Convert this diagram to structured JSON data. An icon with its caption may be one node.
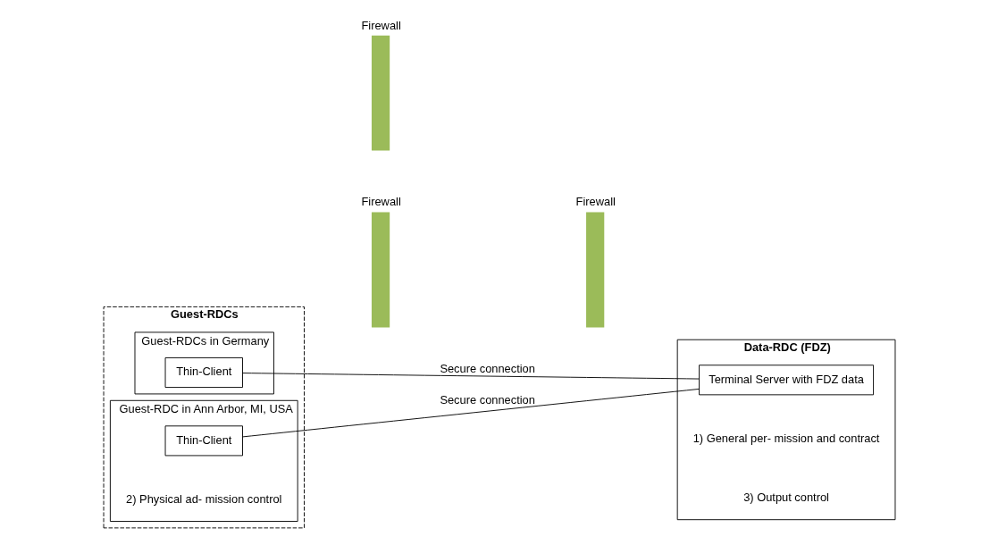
{
  "diagram": {
    "nodes": [
      {
        "text": [
          "Guest-RDCs"
        ]
      },
      {
        "text": [
          "Guest-RDCs in Germany"
        ],
        "in": 0
      },
      {
        "text": [
          "Thin-Client"
        ],
        "in": 1
      },
      {
        "text": [
          "Guest-RDC in Ann Arbor, MI, USA",
          "2) Physical ad- mission control"
        ],
        "in": 0
      },
      {
        "text": [
          "Thin-Client"
        ],
        "in": 3
      },
      {
        "text": [],
        "shape": "bar",
        "beside": [
          "Firewall"
        ]
      },
      {
        "text": [],
        "shape": "bar",
        "beside": [
          "Firewall"
        ]
      },
      {
        "text": [],
        "shape": "bar",
        "beside": [
          "Firewall"
        ]
      },
      {
        "text": [
          "Data-RDC (FDZ)",
          "1) General per- mission and contract",
          "3) Output control"
        ]
      },
      {
        "text": [
          "Terminal Server with FDZ data"
        ],
        "in": 8
      }
    ],
    "edges": [
      {
        "from": 2,
        "to": 9,
        "arrow": "none",
        "label": "Secure connection"
      },
      {
        "from": 4,
        "to": 9,
        "arrow": "none",
        "label": "Secure connection"
      }
    ]
  }
}
